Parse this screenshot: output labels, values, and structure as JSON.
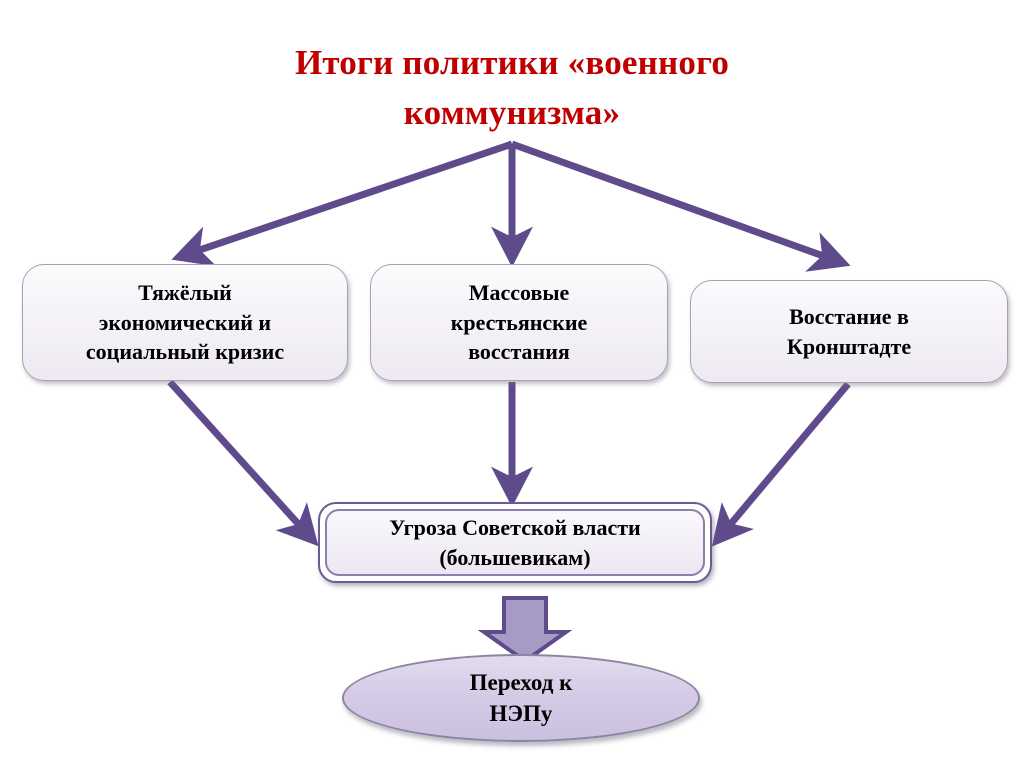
{
  "title": "Итоги политики «военного коммунизма»",
  "theme": {
    "title_color": "#C00000",
    "arrow_color": "#5F4B8B",
    "box_fill": "#F4F1F7",
    "box_border": "#A8A0B4",
    "ellipse_fill": "#D5CBE6",
    "block_arrow_fill": "#A79BC6",
    "block_arrow_border": "#5F4B8B",
    "text_color": "#000000"
  },
  "nodes": {
    "consequence_1": "Тяжёлый\nэкономический и\nсоциальный кризис",
    "consequence_2": "Массовые\nкрестьянские\nвосстания",
    "consequence_3": "Восстание в\nКронштадте",
    "threat": "Угроза Советской власти\n(большевикам)",
    "outcome": "Переход к\nНЭПу"
  },
  "connectors": [
    {
      "name": "title-to-consequence-1",
      "from": "title",
      "to": "consequence_1",
      "style": "line-arrow"
    },
    {
      "name": "title-to-consequence-2",
      "from": "title",
      "to": "consequence_2",
      "style": "line-arrow"
    },
    {
      "name": "title-to-consequence-3",
      "from": "title",
      "to": "consequence_3",
      "style": "line-arrow"
    },
    {
      "name": "consequence-1-to-threat",
      "from": "consequence_1",
      "to": "threat",
      "style": "line-arrow"
    },
    {
      "name": "consequence-2-to-threat",
      "from": "consequence_2",
      "to": "threat",
      "style": "line-arrow"
    },
    {
      "name": "consequence-3-to-threat",
      "from": "consequence_3",
      "to": "threat",
      "style": "line-arrow"
    },
    {
      "name": "threat-to-outcome",
      "from": "threat",
      "to": "outcome",
      "style": "block-arrow"
    }
  ]
}
